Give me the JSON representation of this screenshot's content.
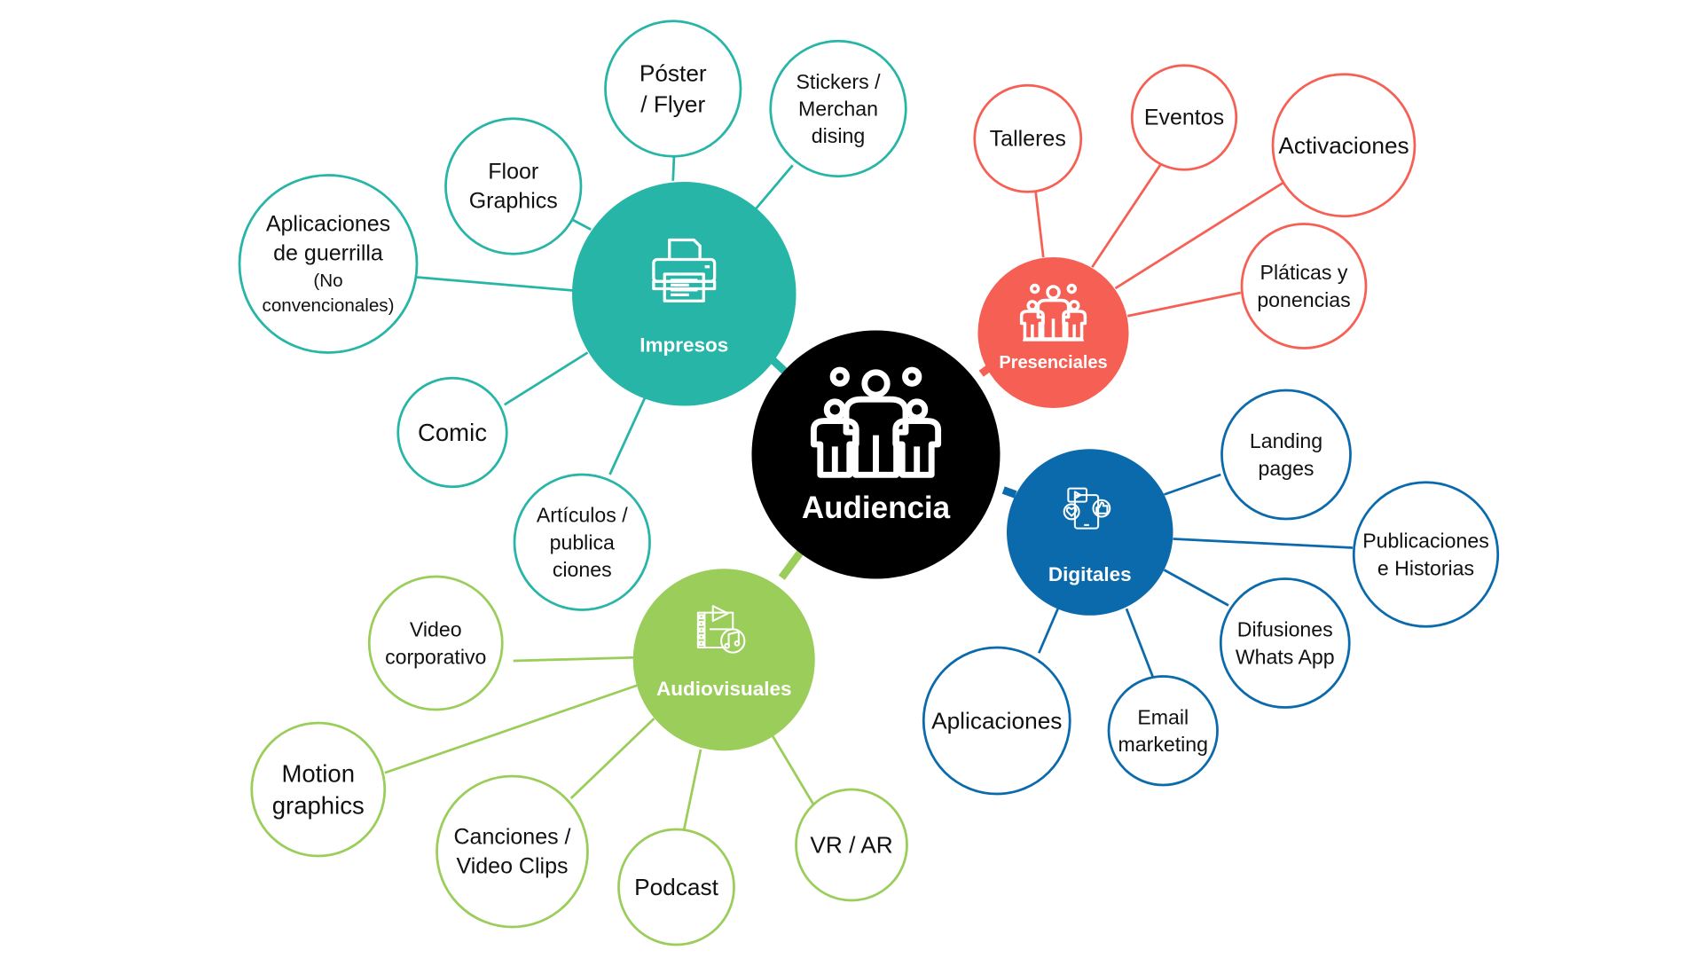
{
  "colors": {
    "impresos": "#27b5a7",
    "presenciales": "#f65f54",
    "digitales": "#0b6aac",
    "audiovisuales": "#9bcd5b",
    "center": "#000000"
  },
  "center": {
    "label": "Audiencia",
    "icon": "people-group-icon"
  },
  "hubs": [
    {
      "id": "impresos",
      "label": "Impresos",
      "icon": "printer-icon",
      "children": [
        {
          "id": "poster",
          "lines": [
            "Póster",
            "/ Flyer"
          ]
        },
        {
          "id": "stickers",
          "lines": [
            "Stickers /",
            "Merchan",
            "dising"
          ]
        },
        {
          "id": "floor",
          "lines": [
            "Floor",
            "Graphics"
          ]
        },
        {
          "id": "guerrilla",
          "lines": [
            "Aplicaciones",
            "de guerrilla"
          ],
          "small_lines": [
            "(No",
            "convencionales)"
          ]
        },
        {
          "id": "comic",
          "lines": [
            "Comic"
          ]
        },
        {
          "id": "articulos",
          "lines": [
            "Artículos /",
            "publica",
            "ciones"
          ]
        }
      ]
    },
    {
      "id": "presenciales",
      "label": "Presenciales",
      "icon": "people-meeting-icon",
      "children": [
        {
          "id": "talleres",
          "lines": [
            "Talleres"
          ]
        },
        {
          "id": "eventos",
          "lines": [
            "Eventos"
          ]
        },
        {
          "id": "activaciones",
          "lines": [
            "Activaciones"
          ]
        },
        {
          "id": "platicas",
          "lines": [
            "Pláticas y",
            "ponencias"
          ]
        }
      ]
    },
    {
      "id": "digitales",
      "label": "Digitales",
      "icon": "social-media-devices-icon",
      "children": [
        {
          "id": "landing",
          "lines": [
            "Landing",
            "pages"
          ]
        },
        {
          "id": "publicaciones",
          "lines": [
            "Publicaciones",
            "e Historias"
          ]
        },
        {
          "id": "difusiones",
          "lines": [
            "Difusiones",
            "Whats App"
          ]
        },
        {
          "id": "email",
          "lines": [
            "Email",
            "marketing"
          ]
        },
        {
          "id": "aplicaciones",
          "lines": [
            "Aplicaciones"
          ]
        }
      ]
    },
    {
      "id": "audiovisuales",
      "label": "Audiovisuales",
      "icon": "video-music-icon",
      "children": [
        {
          "id": "videocorp",
          "lines": [
            "Video",
            "corporativo"
          ]
        },
        {
          "id": "motion",
          "lines": [
            "Motion",
            "graphics"
          ]
        },
        {
          "id": "canciones",
          "lines": [
            "Canciones /",
            "Video Clips"
          ]
        },
        {
          "id": "podcast",
          "lines": [
            "Podcast"
          ]
        },
        {
          "id": "vrar",
          "lines": [
            "VR / AR"
          ]
        }
      ]
    }
  ]
}
